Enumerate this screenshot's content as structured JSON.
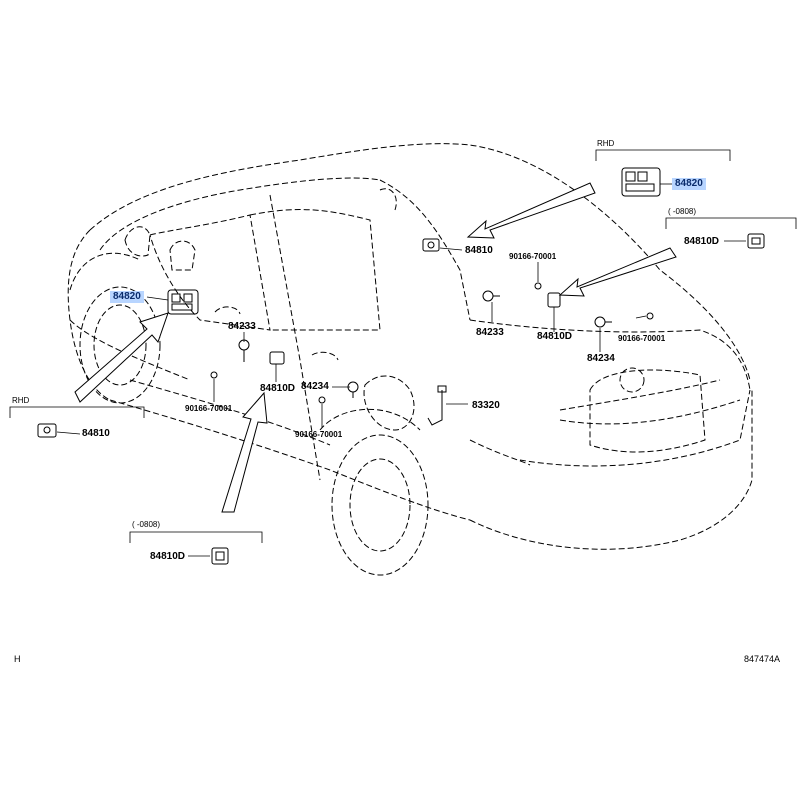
{
  "drawing_id": "847474A",
  "page_mark": "H",
  "colors": {
    "highlight": "#b8d5ff",
    "line": "#000000"
  },
  "callouts": {
    "switch_left": "84820",
    "switch_rhd": "84820",
    "sw_front_right": "84810",
    "bolt_upper": "90166-70001",
    "sensor_rear_left": "84233",
    "sw_rear_right": "84810D",
    "bolt_right": "90166-70001",
    "sensor_rear_right": "84234",
    "sensor_front_left": "84233",
    "sw_center": "84810D",
    "sensor_center": "84234",
    "bolt_center": "90166-70001",
    "bolt_left": "90166-70001",
    "fuel_lid": "83320",
    "rhd_box_left": "84810",
    "box_top_right": "84810D",
    "box_bottom": "84810D"
  },
  "notes": {
    "rhd_top": "RHD",
    "rhd_left": "RHD",
    "range_top": "(     -0808)",
    "range_bottom": "(     -0808)"
  }
}
